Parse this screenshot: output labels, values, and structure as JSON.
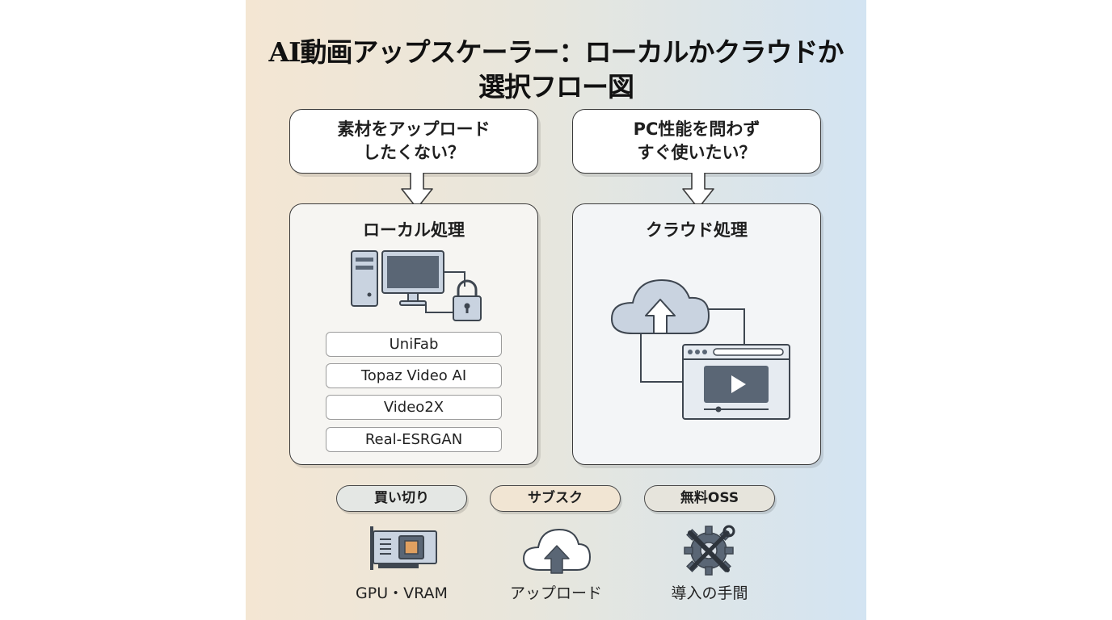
{
  "title": {
    "line1": "AI動画アップスケーラー：ローカルかクラウドか",
    "line2": "選択フロー図"
  },
  "questions": {
    "left": {
      "line1": "素材をアップロード",
      "line2": "したくない？"
    },
    "right": {
      "line1": "PC性能を問わず",
      "line2": "すぐ使いたい？"
    }
  },
  "local": {
    "title": "ローカル処理",
    "tools": [
      "UniFab",
      "Topaz Video AI",
      "Video2X",
      "Real-ESRGAN"
    ]
  },
  "cloud": {
    "title": "クラウド処理"
  },
  "pills": [
    "買い切り",
    "サブスク",
    "無料OSS"
  ],
  "bottom_labels": [
    "GPU・VRAM",
    "アップロード",
    "導入の手間"
  ],
  "colors": {
    "background_left": "#f4e6d3",
    "background_right": "#d3e4f2",
    "icon_fill": "#c9d3e0",
    "icon_dark": "#5a6675",
    "gpu_chip": "#e0a060"
  },
  "icons": {
    "local": [
      "desktop-tower-icon",
      "monitor-icon",
      "padlock-icon"
    ],
    "cloud": [
      "cloud-upload-icon",
      "browser-video-player-icon"
    ],
    "bottom": [
      "gpu-card-icon",
      "cloud-upload-icon",
      "gear-wrench-tools-icon"
    ]
  }
}
